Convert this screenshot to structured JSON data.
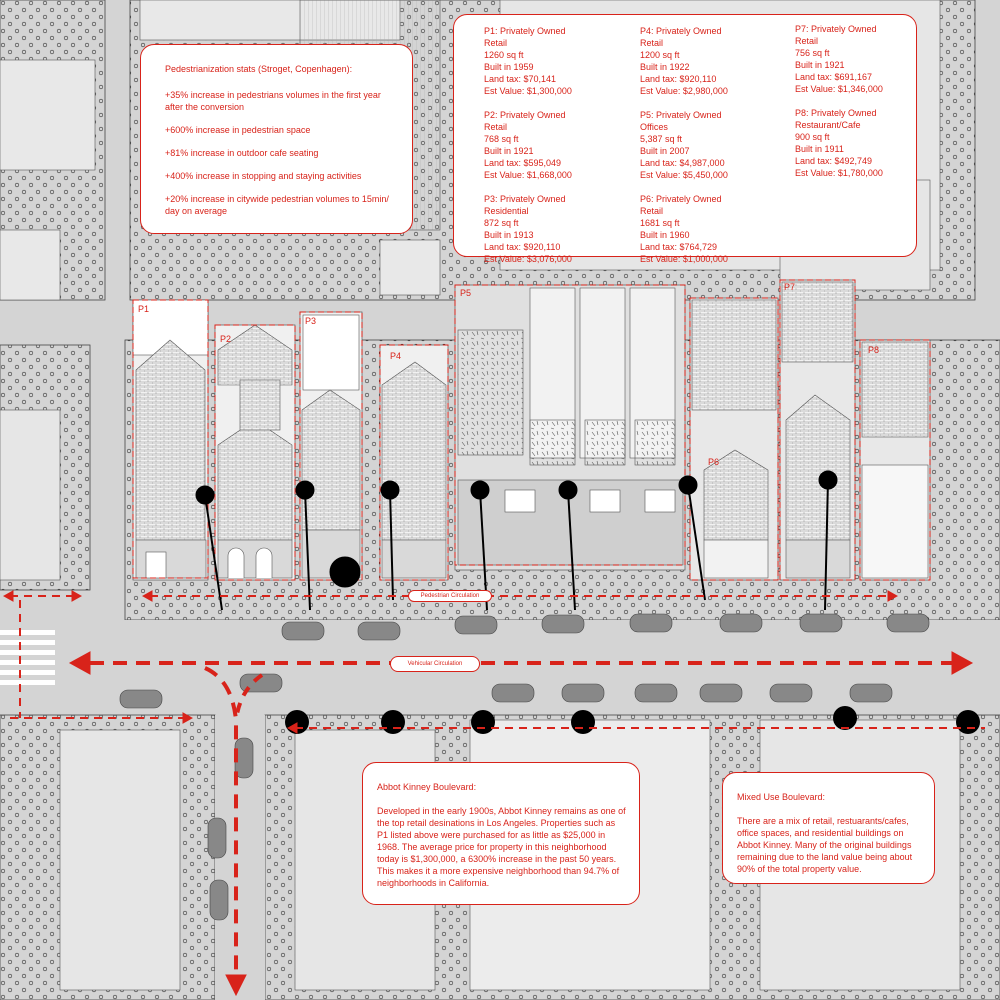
{
  "colors": {
    "accent": "#d8231a",
    "road": "#d4d4d4",
    "building": "#e6e6e6",
    "block": "#ffffff"
  },
  "pedestrian_stats": {
    "title": "Pedestrianization stats (Stroget, Copenhagen):",
    "items": [
      "+35% increase in pedestrians volumes in the first year after the conversion",
      "+600% increase in pedestrian space",
      "+81% increase in outdoor cafe seating",
      "+400% increase in stopping and staying activities",
      "+20% increase in citywide pedestrian volumes to 15min/ day on average"
    ]
  },
  "properties": [
    {
      "label": "P1",
      "title": "P1: Privately Owned",
      "use": "Retail",
      "size": "1260 sq ft",
      "built": "Built in 1959",
      "tax": "Land tax: $70,141",
      "value": "Est Value: $1,300,000"
    },
    {
      "label": "P2",
      "title": "P2: Privately Owned",
      "use": "Retail",
      "size": "768 sq ft",
      "built": "Built in 1921",
      "tax": "Land tax: $595,049",
      "value": "Est Value: $1,668,000"
    },
    {
      "label": "P3",
      "title": "P3: Privately Owned",
      "use": "Residential",
      "size": "872 sq ft",
      "built": "Built in 1913",
      "tax": "Land tax: $920,110",
      "value": "Est Value: $3,076,000"
    },
    {
      "label": "P4",
      "title": "P4: Privately Owned",
      "use": "Retail",
      "size": "1200 sq ft",
      "built": "Built in 1922",
      "tax": "Land tax: $920,110",
      "value": "Est Value: $2,980,000"
    },
    {
      "label": "P5",
      "title": "P5: Privately Owned",
      "use": "Offices",
      "size": "5,387 sq ft",
      "built": "Built in 2007",
      "tax": "Land tax: $4,987,000",
      "value": "Est Value: $5,450,000"
    },
    {
      "label": "P6",
      "title": "P6: Privately Owned",
      "use": "Retail",
      "size": "1681 sq ft",
      "built": "Built in 1960",
      "tax": "Land tax: $764,729",
      "value": "Est Value: $1,000,000"
    },
    {
      "label": "P7",
      "title": "P7: Privately Owned",
      "use": "Retail",
      "size": "756 sq ft",
      "built": "Built in 1921",
      "tax": "Land tax: $691,167",
      "value": "Est Value: $1,346,000"
    },
    {
      "label": "P8",
      "title": "P8: Privately Owned",
      "use": "Restaurant/Cafe",
      "size": "900 sq ft",
      "built": "Built in 1911",
      "tax": "Land tax: $492,749",
      "value": "Est Value: $1,780,000"
    }
  ],
  "circulation": {
    "pedestrian": "Pedestrian Circulation",
    "vehicular": "Vehicular Circulation"
  },
  "abbot_kinney": {
    "title": "Abbot Kinney Boulevard:",
    "body": "Developed in the early 1900s, Abbot Kinney remains as one of the top retail desinations in Los Angeles. Properties such as P1 listed above were purchased for as little as $25,000 in 1968. The average price for property in this neighborhood today is $1,300,000, a 6300% increase in the past 50 years. This makes it a more expensive neighborhood than 94.7% of neighborhoods in California."
  },
  "mixed_use": {
    "title": "Mixed Use Boulevard:",
    "body": "There are a mix of retail, restuarants/cafes, office spaces, and residential buildings on Abbot Kinney. Many of the original buildings remaining due to the land value being about 90% of the total property value."
  }
}
